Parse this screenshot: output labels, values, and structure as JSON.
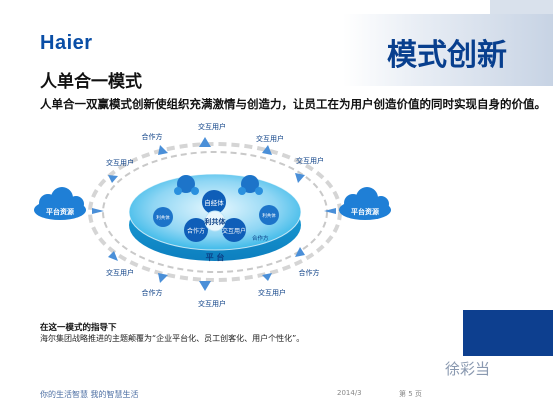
{
  "header": {
    "logo": "Haier",
    "title": "模式创新"
  },
  "heading": "人单合一模式",
  "subheading": "人单合一双赢模式创新使组织充满激情与创造力，让员工在为用户创造价值的同时实现自身的价值。",
  "diagram": {
    "platform_label": "平    台",
    "center_labels": {
      "self_operated": "自经体",
      "shared": "利共体",
      "partner_left": "合作方",
      "partner_right": "合作方",
      "interact_user": "交互用户",
      "small_left": "利共体",
      "small_right": "利共体"
    },
    "outer_labels": {
      "top": "交互用户",
      "top_left_partner": "合作方",
      "left_top": "交互用户",
      "top_right": "交互用户",
      "right_top": "交互用户",
      "left_bottom": "交互用户",
      "bottom_left_partner": "合作方",
      "bottom": "交互用户",
      "bottom_right": "交互用户",
      "right_bottom": "合作方"
    },
    "resources_left": "平台资源",
    "resources_right": "平台资源"
  },
  "guide": {
    "title": "在这一模式的指导下",
    "text": "海尔集团战略推进的主题颠覆为“企业平台化、员工创客化、用户个性化”。"
  },
  "watermark": "徐彩当",
  "footer": {
    "slogan": "你的生活智慧   我的智慧生活",
    "date": "2014/3",
    "page": "第 5 页"
  },
  "colors": {
    "brand_blue": "#0a4ea6",
    "title_blue": "#083f8e",
    "platform_cyan": "#29b6e8",
    "dark_blue": "#0d3f8f"
  }
}
